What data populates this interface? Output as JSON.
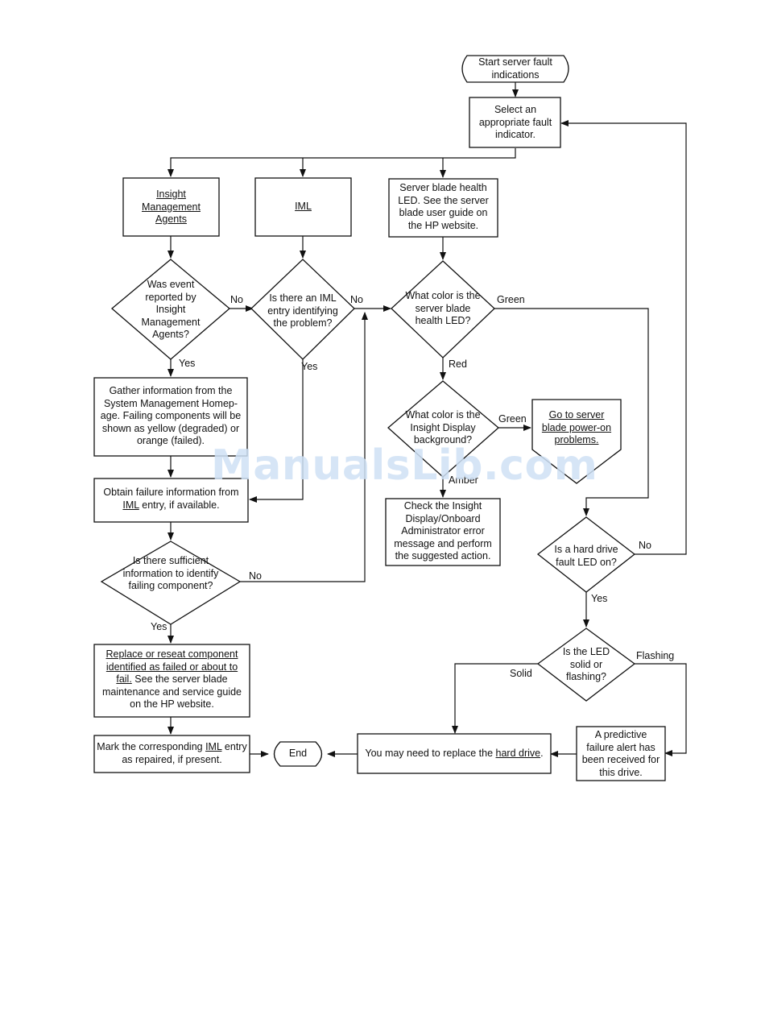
{
  "nodes": {
    "start": "Start server fault indications",
    "select_fault": "Select an appropriate fault indicator.",
    "insight_agents": "Insight Management Agents",
    "iml": "IML",
    "blade_health_led": "Server blade health LED. See the server blade user guide on the HP website.",
    "q_event_reported": "Was event reported by Insight Management Agents?",
    "q_iml_entry": "Is there an IML entry identifying the problem?",
    "q_led_color": "What color is the server blade health LED?",
    "gather_info_1": "Gather information from the System Management Homep-",
    "gather_info_2": "age. Failing components will be shown as yellow (degraded) or orange (failed).",
    "q_display_color": "What color is the Insight Display background?",
    "goto_power_on": "Go to server blade power-on problems.",
    "obtain_prefix": "Obtain failure information from",
    "obtain_iml": "IML",
    "obtain_suffix": " entry, if available.",
    "check_display": "Check the Insight Display/Onboard Administrator error message and perform the suggested action.",
    "q_hard_drive_led": "Is a hard drive fault LED on?",
    "q_sufficient_info": "Is there sufficient information to identify failing component?",
    "replace_link": "Replace or reseat component identified as failed or about to fail.",
    "replace_text": " See the server blade maintenance and service guide on the HP website.",
    "q_led_state": "Is the LED solid or flashing?",
    "mark_prefix": "Mark the corresponding ",
    "mark_iml": "IML",
    "mark_suffix": " entry as repaired, if present.",
    "end": "End",
    "replace_drive_prefix": "You may need to replace the ",
    "replace_drive_link": "hard drive",
    "replace_drive_suffix": ".",
    "predictive_alert": "A predictive failure alert has been received for this drive."
  },
  "edges": {
    "no_1": "No",
    "no_2": "No",
    "green_1": "Green",
    "yes_1": "Yes",
    "yes_2": "Yes",
    "red": "Red",
    "green_2": "Green",
    "amber": "Amber",
    "no_3": "No",
    "no_4": "No",
    "yes_3": "Yes",
    "yes_4": "Yes",
    "solid": "Solid",
    "flashing": "Flashing"
  },
  "watermark": "ManualsLib.com"
}
